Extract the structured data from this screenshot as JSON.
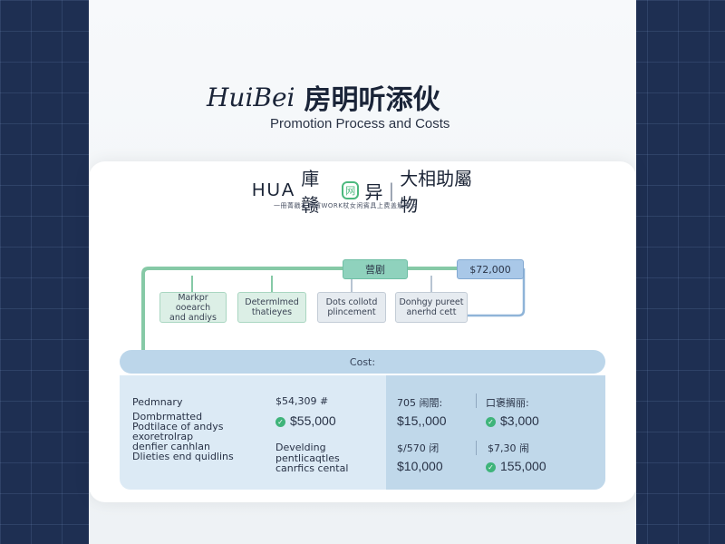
{
  "header": {
    "title_latin": "HuiBei",
    "title_cjk": "房明听添伙",
    "subtitle": "Promotion Process and Costs"
  },
  "card": {
    "title_latin": "HUA",
    "title_cjk_1": "庫赣",
    "badge_icon_glyph": "网",
    "title_cjk_2": "异",
    "title_cjk_3": "大相助屬物",
    "caption": "一冊菁戳花育賀WORK杖女闲賓具上费盖觝拳乡"
  },
  "flow": {
    "pill_green": "营剧",
    "pill_blue": "$72,000",
    "steps": [
      {
        "line1": "Markpr ooearch",
        "line2": "and andiys"
      },
      {
        "line1": "Determlmed",
        "line2": "thatieyes"
      },
      {
        "line1": "Dots collotd",
        "line2": "plincement"
      },
      {
        "line1": "Donhgy pureet",
        "line2": "anerhd cett"
      }
    ]
  },
  "costs": {
    "header": "Cost:",
    "left_labels": [
      "Pedmnary",
      "Dombrmatted",
      "Podtilace of andys",
      "exoretrolrap",
      "denfier canhlan",
      "Dlieties end quidlins"
    ],
    "col2_head": "$54,309 #",
    "col2_val1": "$55,000",
    "col2_desc": [
      "Develding",
      "pentlicaqtles",
      "canrfics cental"
    ],
    "col3_head": "705 闹閤:",
    "col3_val1": "$15,,000",
    "col3_head2": "$/570 闭",
    "col3_val2": "$10,000",
    "col4_head": "口褒搁丽:",
    "col4_val1": "$3,000",
    "col4_head2": "$7,30 闹",
    "col4_val2": "155,000",
    "colors": {
      "accent_green": "#3fb47a",
      "accent_blue": "#a9c8e8"
    }
  }
}
